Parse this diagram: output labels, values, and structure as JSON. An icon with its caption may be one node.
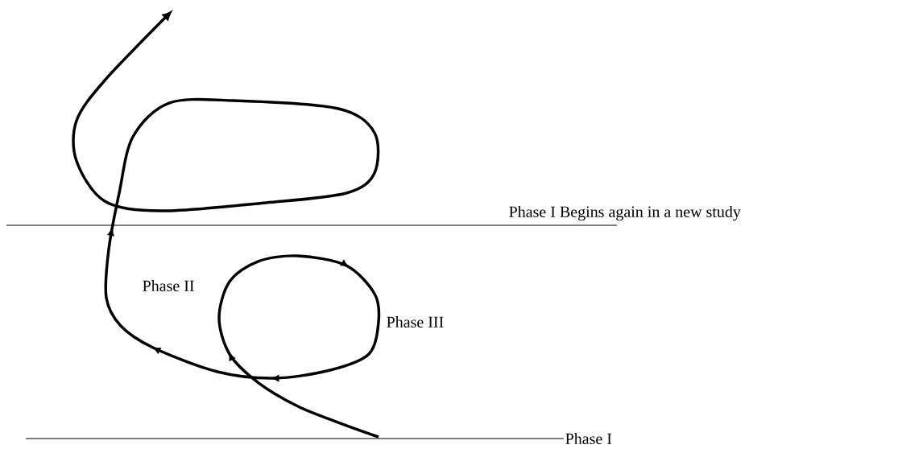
{
  "diagram": {
    "labels": [
      "Phase I Begins again in a new study",
      "Phase II",
      "Phase III",
      "Phase I"
    ]
  }
}
